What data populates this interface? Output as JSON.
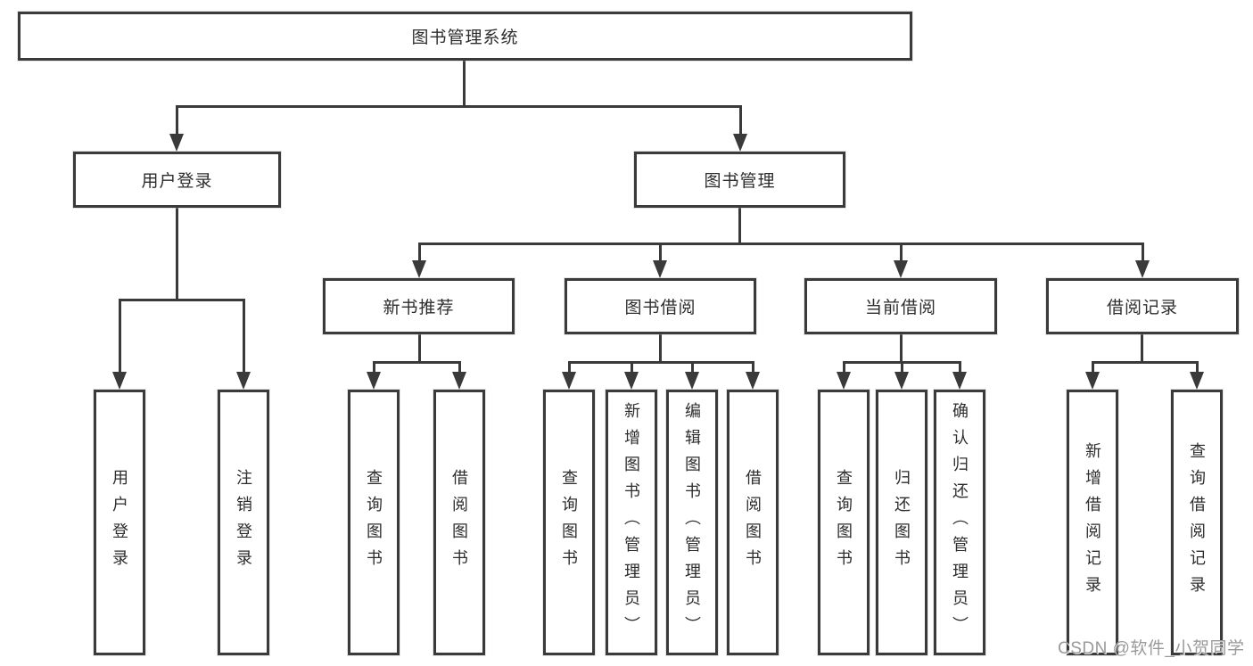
{
  "tree": {
    "label": "图书管理系统",
    "children": [
      {
        "label": "用户登录",
        "children": [
          {
            "label": "用户登录"
          },
          {
            "label": "注销登录"
          }
        ]
      },
      {
        "label": "图书管理",
        "children": [
          {
            "label": "新书推荐",
            "children": [
              {
                "label": "查询图书"
              },
              {
                "label": "借阅图书"
              }
            ]
          },
          {
            "label": "图书借阅",
            "children": [
              {
                "label": "查询图书"
              },
              {
                "label": "新增图书（管理员）"
              },
              {
                "label": "编辑图书（管理员）"
              },
              {
                "label": "借阅图书"
              }
            ]
          },
          {
            "label": "当前借阅",
            "children": [
              {
                "label": "查询图书"
              },
              {
                "label": "归还图书"
              },
              {
                "label": "确认归还（管理员）"
              }
            ]
          },
          {
            "label": "借阅记录",
            "children": [
              {
                "label": "新增借阅记录"
              },
              {
                "label": "查询借阅记录"
              }
            ]
          }
        ]
      }
    ]
  },
  "colors": {
    "line": "#3a3a3a",
    "text": "#2d2d2d",
    "watermark_gray": "#9a9a9a",
    "background": "#ffffff"
  },
  "watermark": {
    "text": "CSDN @软件_小贺同学"
  }
}
